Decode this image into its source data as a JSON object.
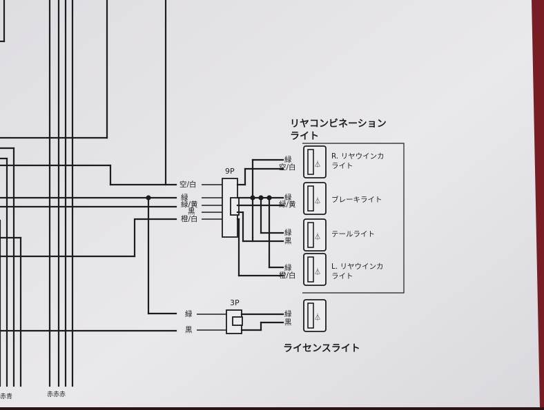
{
  "title_rear_combination": "リヤコンビネーション",
  "title_rear_combination_2": "ライト",
  "title_license": "ライセンスライト",
  "connector_9p": "9P",
  "connector_3p": "3P",
  "left_wires": {
    "sky_white": "空/白",
    "green_yellow": "緑/黄",
    "black": "黒",
    "orange_white": "橙/白",
    "green_3p": "緑",
    "black_3p": "黒"
  },
  "lamps": [
    {
      "name": "R. リヤウインカ",
      "name2": "ライト",
      "wire_top": "緑",
      "wire_bottom": "空/白"
    },
    {
      "name": "ブレーキライト",
      "name2": "",
      "wire_top": "緑",
      "wire_bottom": "緑/黄"
    },
    {
      "name": "テールライト",
      "name2": "",
      "wire_top": "緑",
      "wire_bottom": "黒"
    },
    {
      "name": "L. リヤウインカ",
      "name2": "ライト",
      "wire_top": "緑",
      "wire_bottom": "橙/白"
    }
  ],
  "license_lamp": {
    "wire_top": "緑",
    "wire_bottom": "黒"
  },
  "bottom_labels": {
    "left": "赤青",
    "right": "赤赤赤"
  },
  "colors": {
    "paper": "#e4e3e7",
    "ink": "#1c1c20",
    "background_red": "#6a1a20"
  }
}
